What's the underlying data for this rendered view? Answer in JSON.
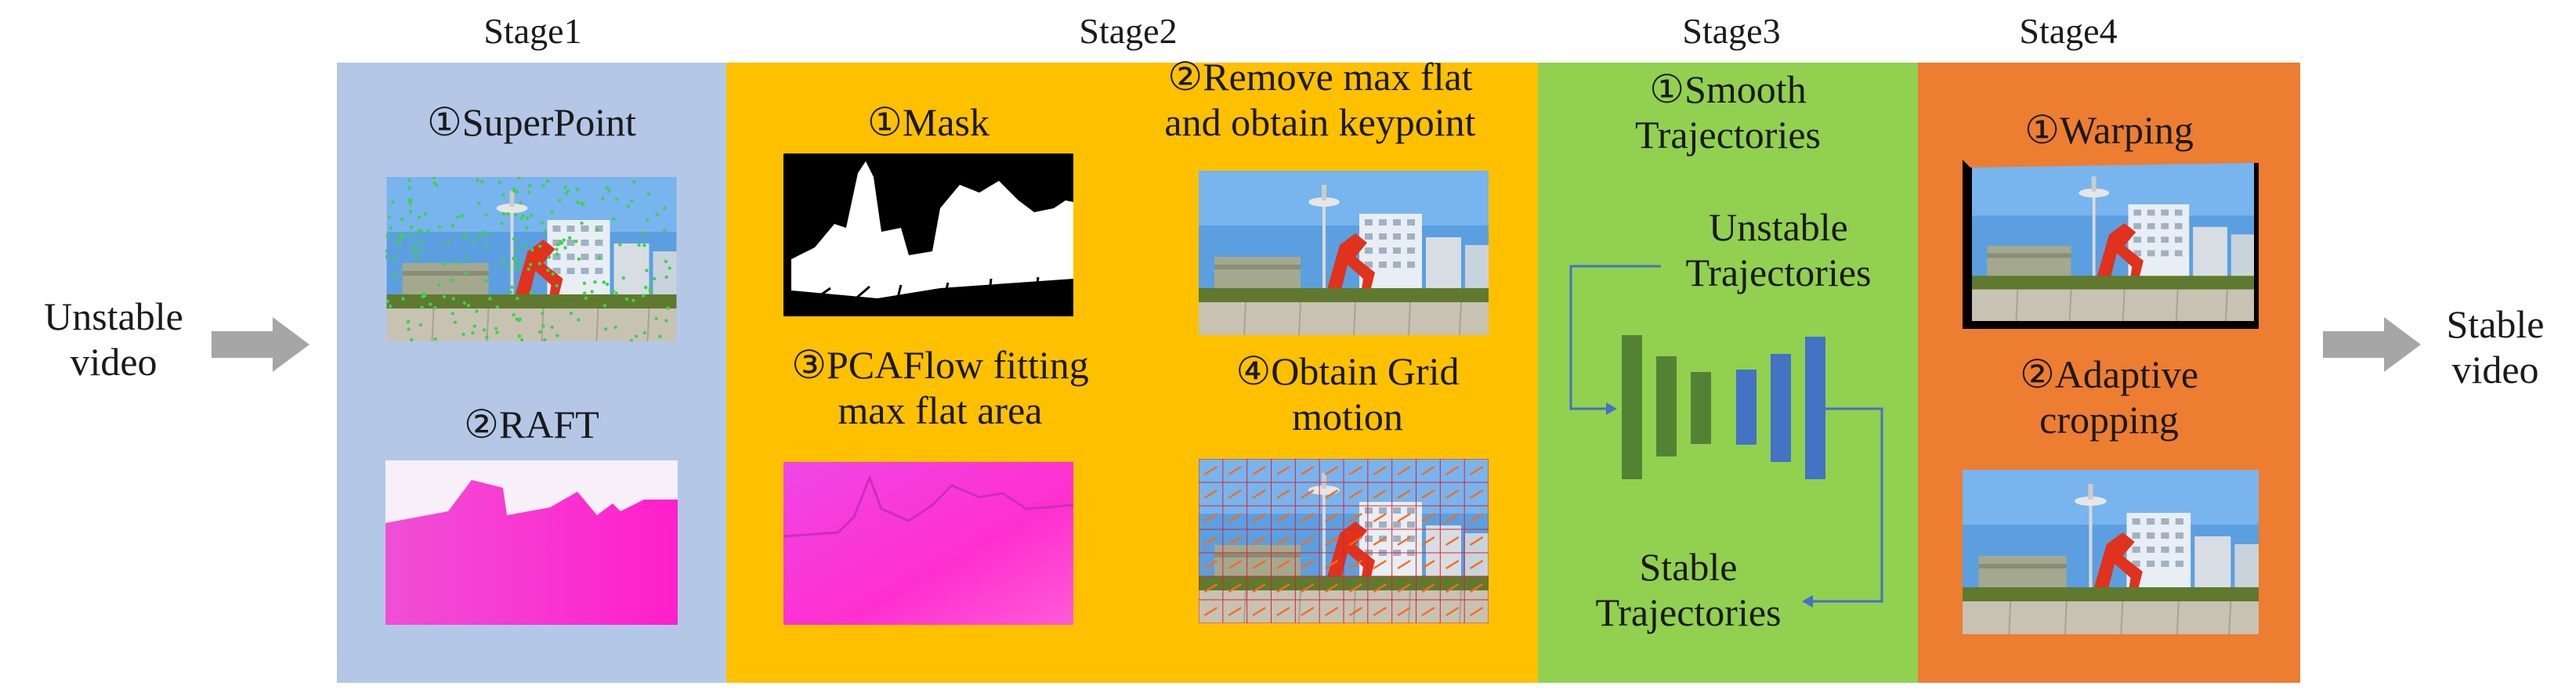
{
  "input_label_line1": "Unstable",
  "input_label_line2": "video",
  "output_label_line1": "Stable",
  "output_label_line2": "video",
  "stage1": {
    "title": "Stage1",
    "step1": "①SuperPoint",
    "step2": "②RAFT"
  },
  "stage2": {
    "title": "Stage2",
    "step1": "①Mask",
    "step2_line1": "②Remove max flat",
    "step2_line2": "and obtain keypoint",
    "step3_line1": "③PCAFlow fitting",
    "step3_line2": "max flat area",
    "step4_line1": "④Obtain Grid",
    "step4_line2": "motion"
  },
  "stage3": {
    "title": "Stage3",
    "step1_line1": "①Smooth",
    "step1_line2": "Trajectories",
    "in_line1": "Unstable",
    "in_line2": "Trajectories",
    "out_line1": "Stable",
    "out_line2": "Trajectories"
  },
  "stage4": {
    "title": "Stage4",
    "step1": "①Warping",
    "step2_line1": "②Adaptive",
    "step2_line2": "cropping"
  },
  "colors": {
    "stage1_bg": "#b4c7e7",
    "stage2_bg": "#ffc000",
    "stage3_bg": "#92d050",
    "stage4_bg": "#ed7d31",
    "arrow_gray": "#a6a6a6",
    "bar_green": "#548235",
    "bar_blue": "#4472c4",
    "flow_magenta": "#ff33cc"
  }
}
